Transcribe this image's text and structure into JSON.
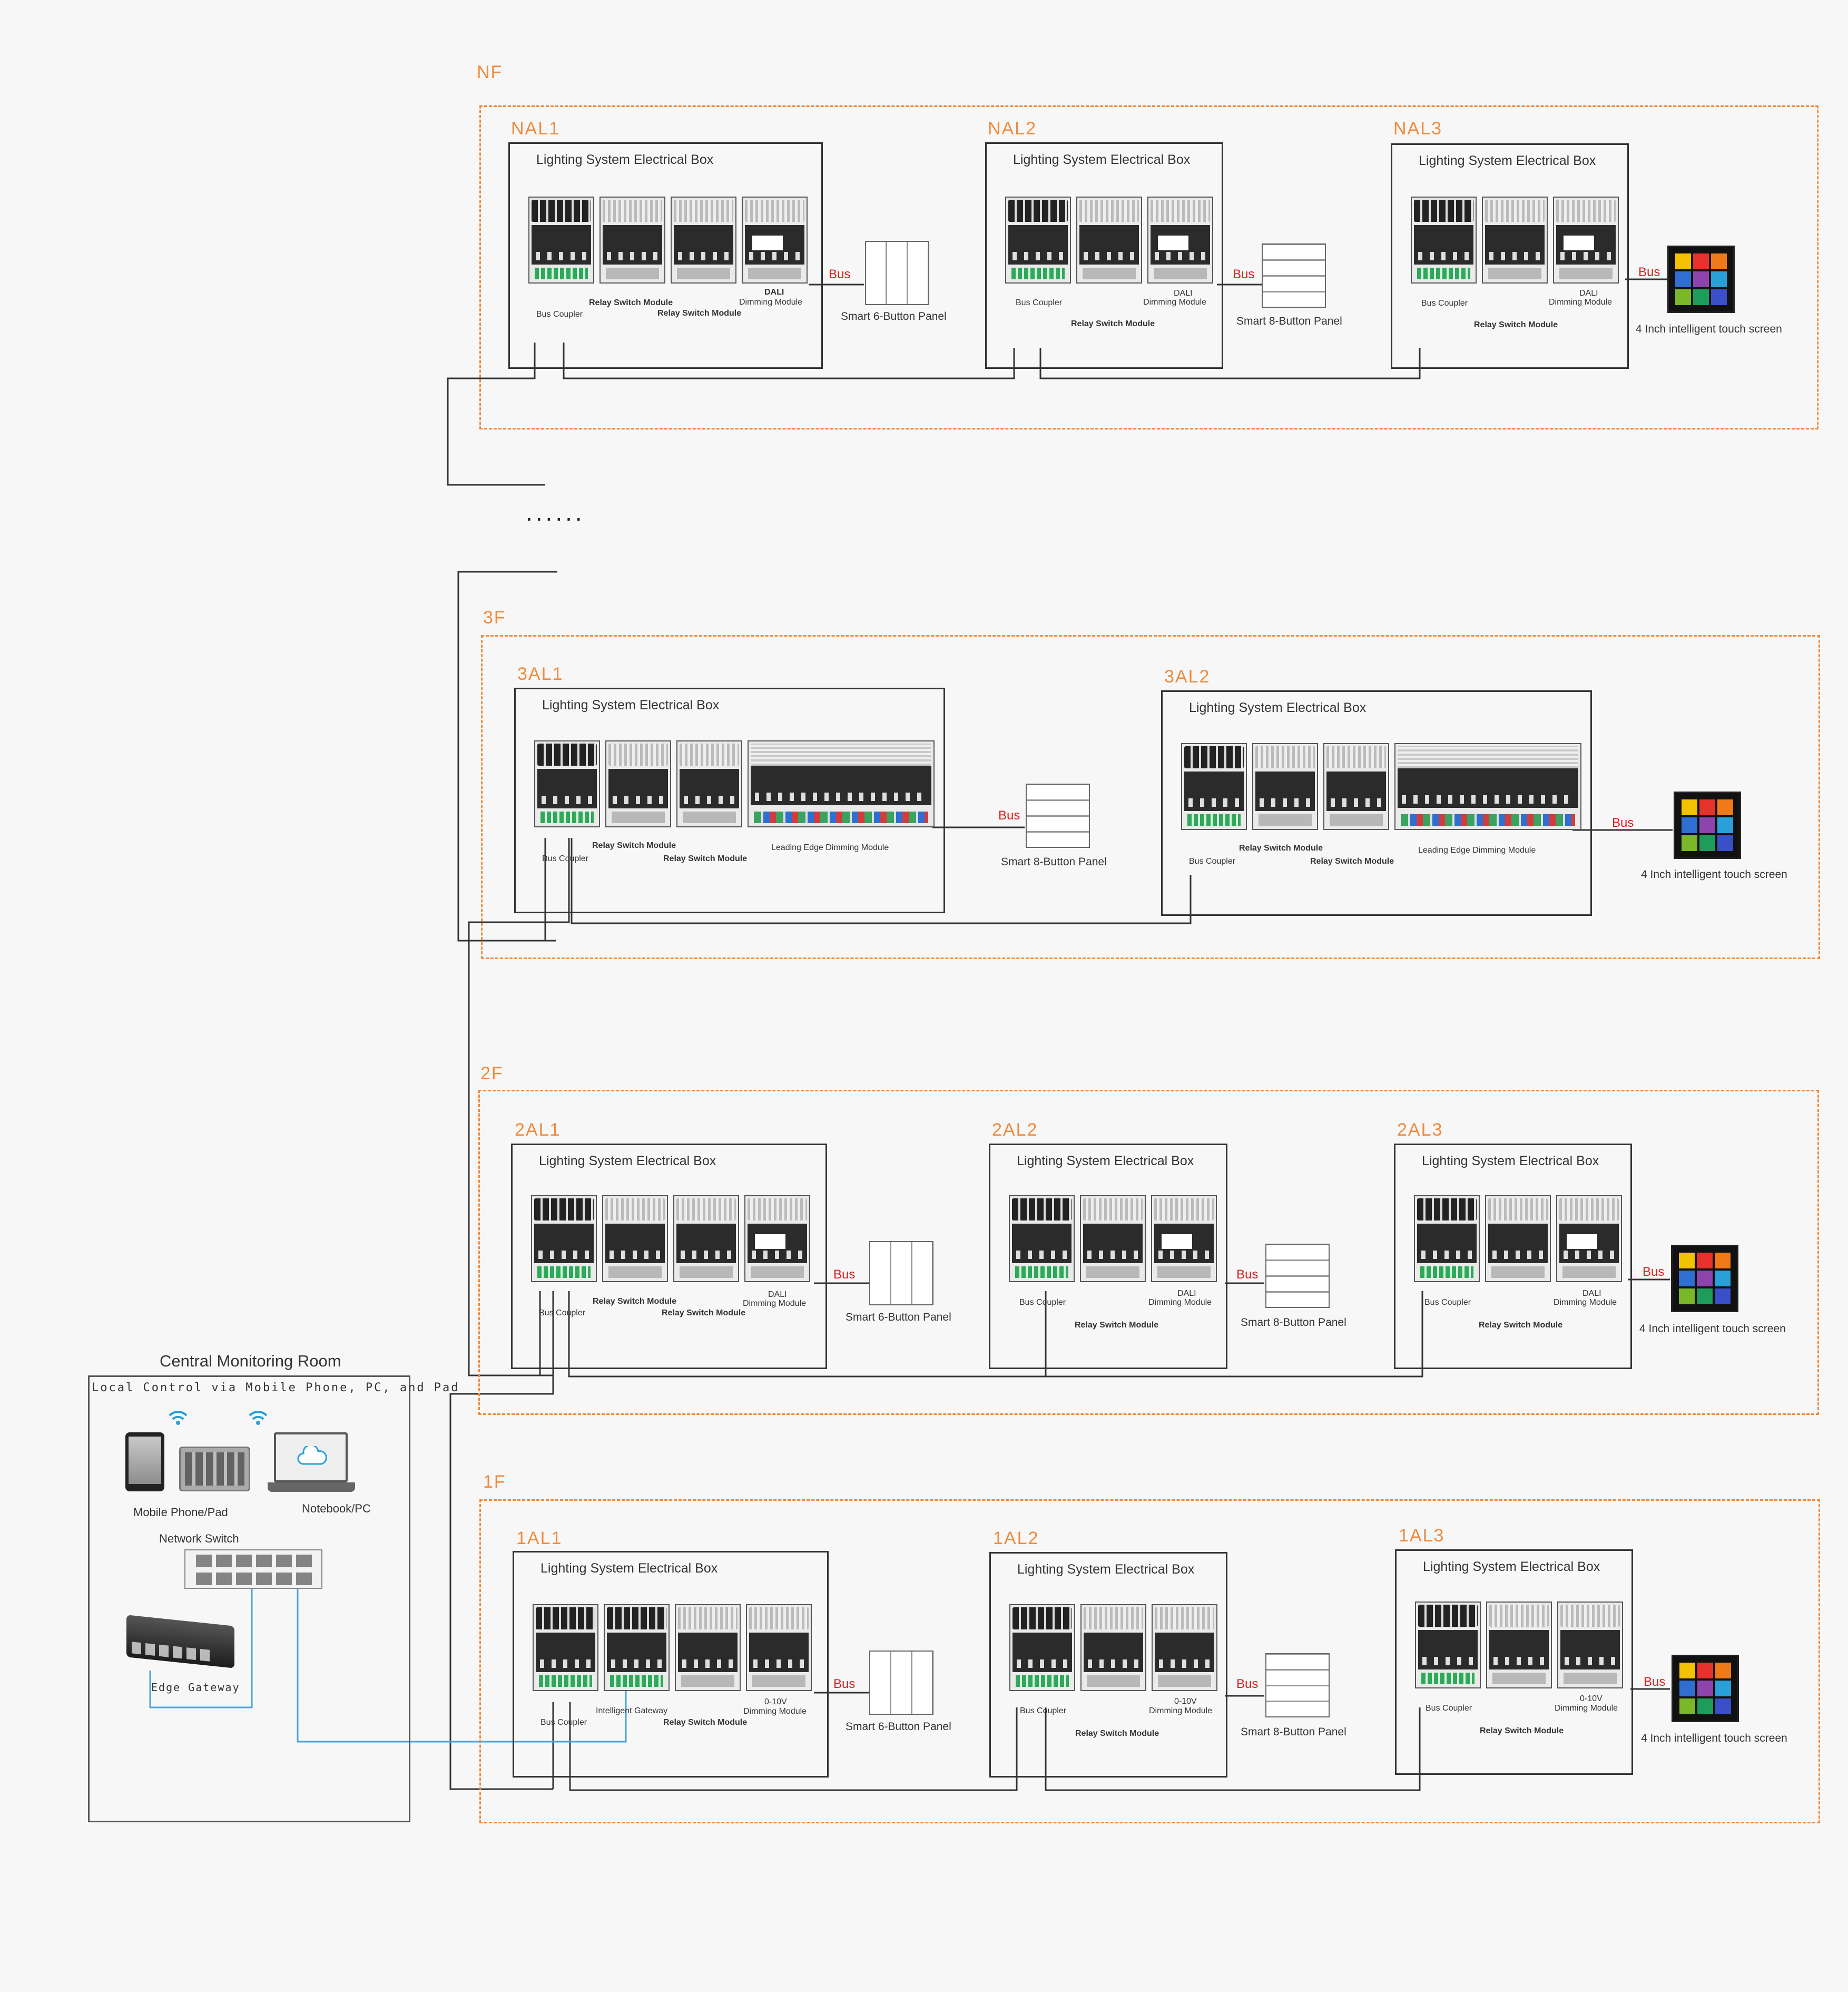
{
  "floors": [
    {
      "label": "NF",
      "boxes": [
        {
          "label": "NAL1",
          "title": "Lighting System Electrical Box"
        },
        {
          "label": "NAL2",
          "title": "Lighting System Electrical Box"
        },
        {
          "label": "NAL3",
          "title": "Lighting System Electrical Box"
        }
      ]
    },
    {
      "label": "3F",
      "boxes": [
        {
          "label": "3AL1",
          "title": "Lighting System Electrical Box"
        },
        {
          "label": "3AL2",
          "title": "Lighting System Electrical Box"
        }
      ]
    },
    {
      "label": "2F",
      "boxes": [
        {
          "label": "2AL1",
          "title": "Lighting System Electrical Box"
        },
        {
          "label": "2AL2",
          "title": "Lighting System Electrical Box"
        },
        {
          "label": "2AL3",
          "title": "Lighting System Electrical Box"
        }
      ]
    },
    {
      "label": "1F",
      "boxes": [
        {
          "label": "1AL1",
          "title": "Lighting System Electrical Box"
        },
        {
          "label": "1AL2",
          "title": "Lighting System Electrical Box"
        },
        {
          "label": "1AL3",
          "title": "Lighting System Electrical Box"
        }
      ]
    }
  ],
  "labels": {
    "bus": "Bus",
    "bus_coupler": "Bus Coupler",
    "relay": "Relay Switch Module",
    "dali_top": "DALI",
    "dimming": "Dimming Module",
    "tenv": "0-10V",
    "leading_edge": "Leading Edge Dimming Module",
    "gateway": "Intelligent Gateway",
    "six_panel": "Smart 6-Button Panel",
    "eight_panel": "Smart 8-Button Panel",
    "touch": "4 Inch intelligent touch screen",
    "ellipsis": "......"
  },
  "cmr": {
    "title": "Central Monitoring Room",
    "subtitle": "Local Control via Mobile Phone, PC, and Pad",
    "mobile": "Mobile Phone/Pad",
    "notebook": "Notebook/PC",
    "network_switch": "Network Switch",
    "edge_gateway": "Edge Gateway"
  },
  "colors": {
    "accent": "#f08a3c",
    "bus": "#d81e1e",
    "network": "#4aa3d8",
    "wire": "#333333"
  }
}
